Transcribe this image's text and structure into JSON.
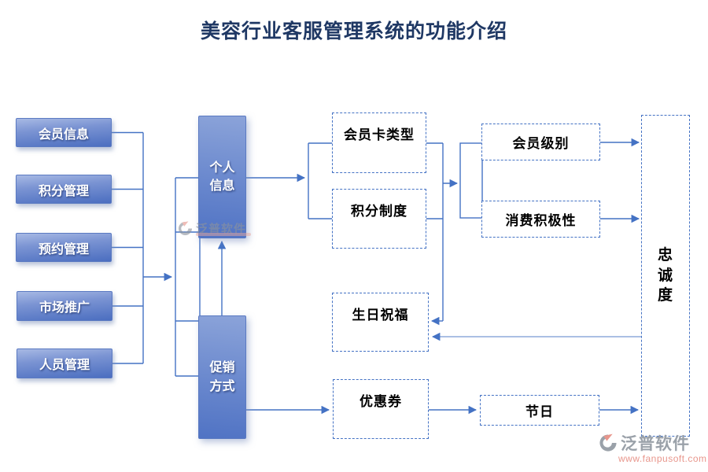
{
  "title": "美容行业客服管理系统的功能介绍",
  "left_modules": [
    {
      "label": "会员信息"
    },
    {
      "label": "积分管理"
    },
    {
      "label": "预约管理"
    },
    {
      "label": "市场推广"
    },
    {
      "label": "人员管理"
    }
  ],
  "mid_modules": {
    "personal_info": "个人\n信息",
    "promotion": "促销\n方式"
  },
  "features": {
    "member_card_type": "会员卡类型",
    "points_system": "积分制度",
    "member_level": "会员级别",
    "consumption_motivation": "消费积极性",
    "birthday_wishes": "生日祝福",
    "coupon": "优惠券",
    "festival": "节日",
    "loyalty": "忠诚度"
  },
  "branding": {
    "watermark": "泛普软件",
    "logo_text": "泛普软件",
    "website": "www.fanpusoft.com"
  },
  "colors": {
    "line": "#4472C4",
    "line_light": "#8FAADC",
    "title": "#1F3864",
    "node_gradient_top": "#A7B9E4",
    "node_gradient_bottom": "#4B6EC0",
    "brand_gray": "#9AA1A9",
    "brand_salmon": "#E8968C"
  }
}
